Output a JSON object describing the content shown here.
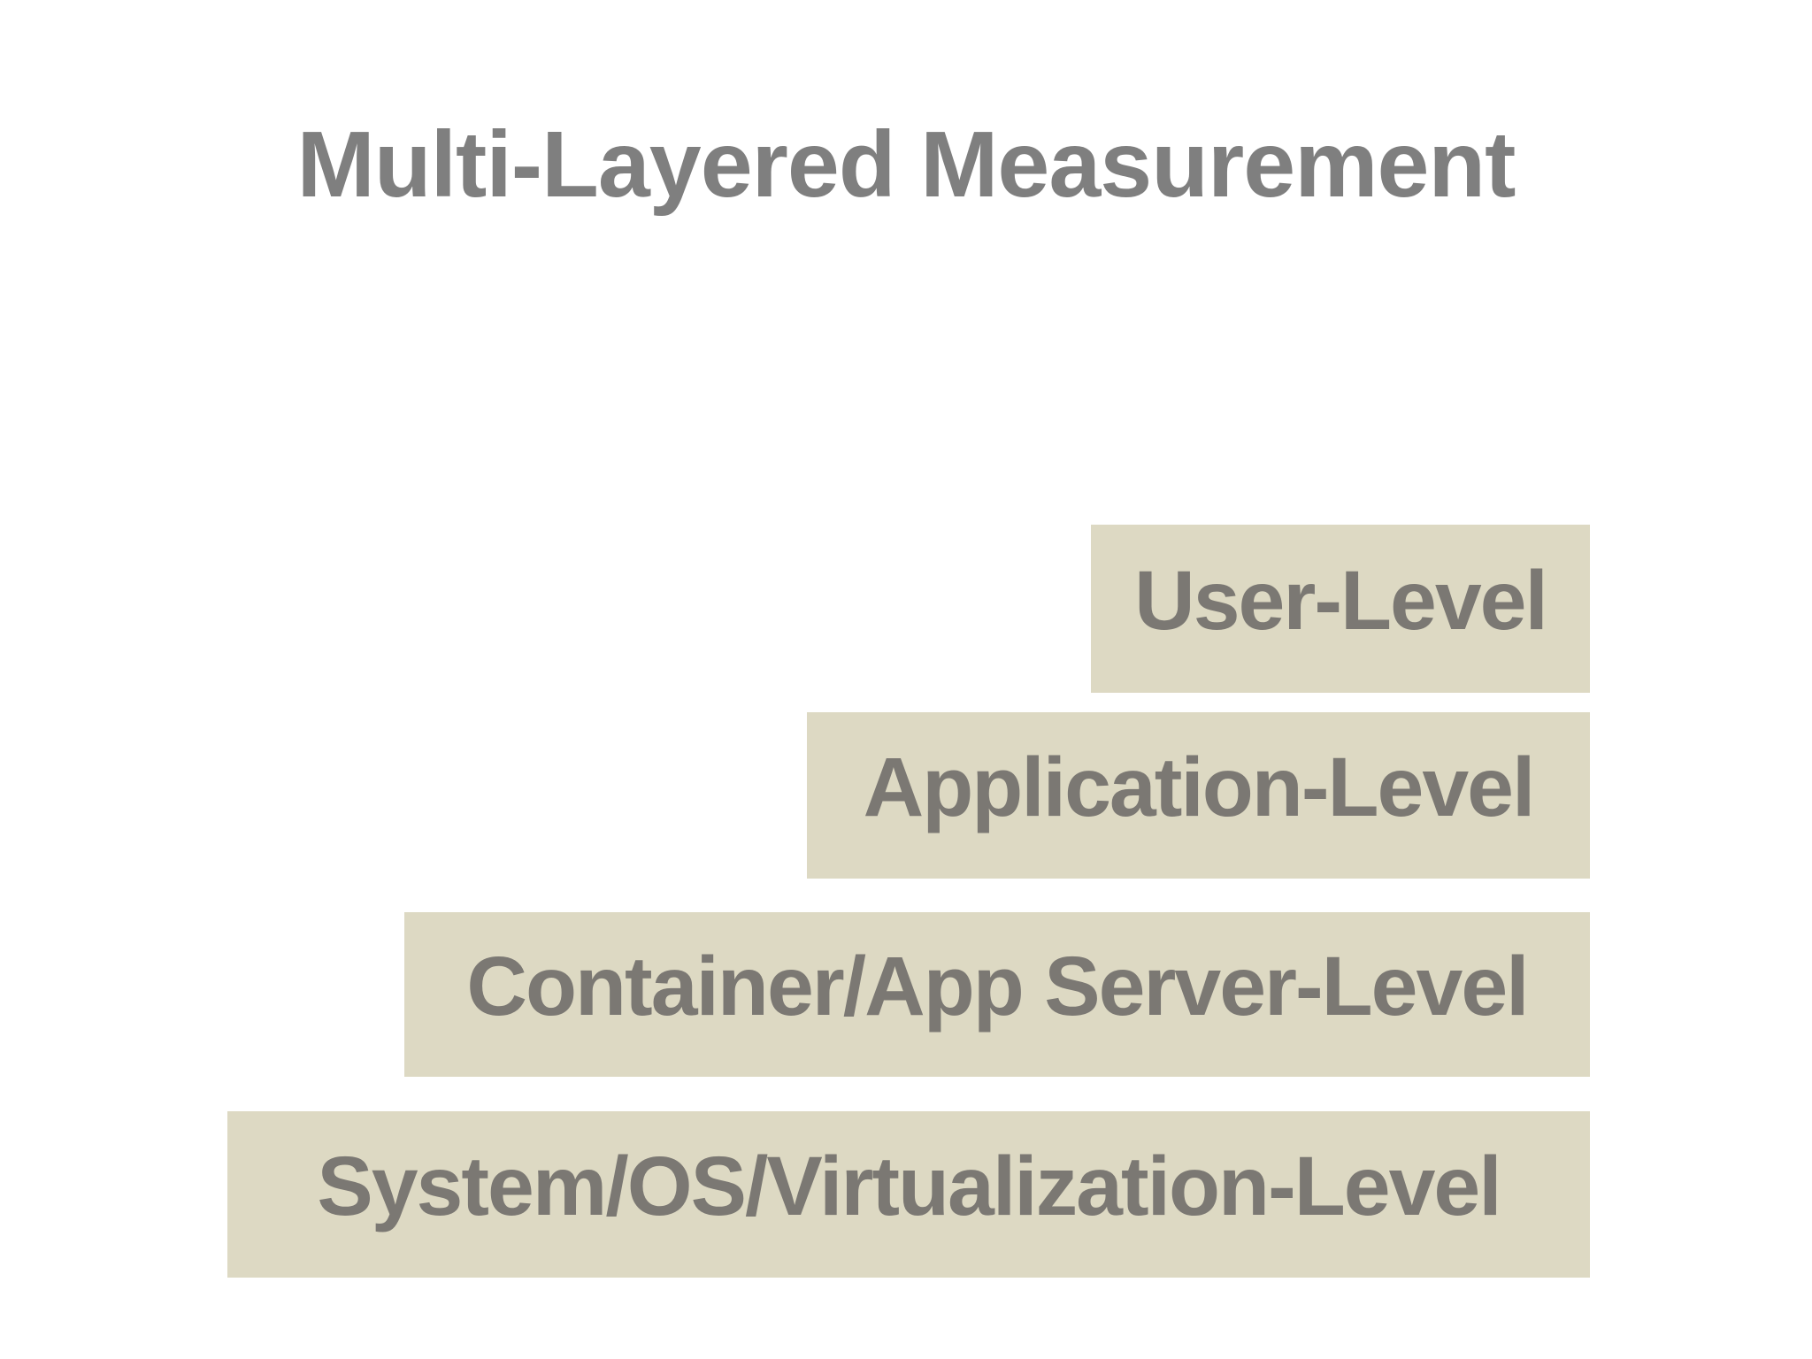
{
  "title": "Multi-Layered Measurement",
  "colors": {
    "background": "#ffffff",
    "bar_fill": "#ddd9c3",
    "bar_text": "#7b7873",
    "title_text": "#7f7f7f"
  },
  "layers": [
    {
      "label": "User-Level"
    },
    {
      "label": "Application-Level"
    },
    {
      "label": "Container/App Server-Level"
    },
    {
      "label": "System/OS/Virtualization-Level"
    }
  ]
}
